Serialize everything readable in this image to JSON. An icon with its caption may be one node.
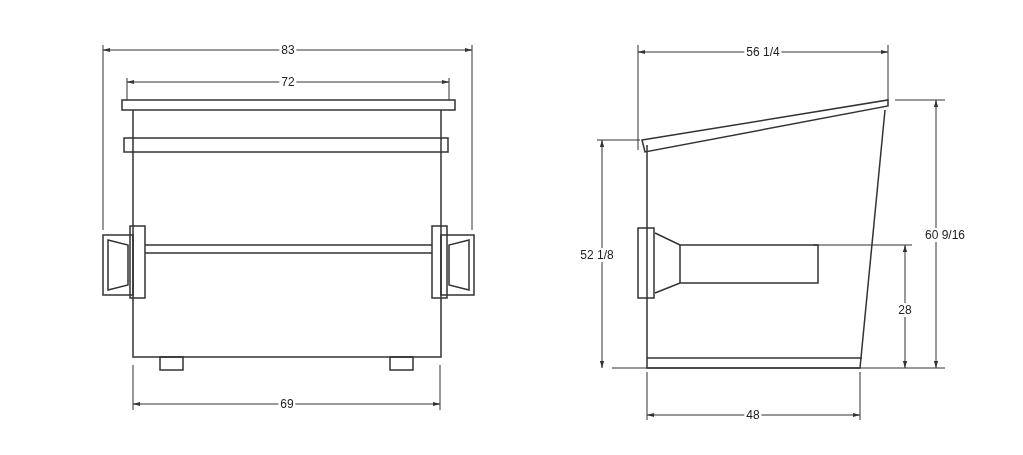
{
  "diagram": {
    "labels": [
      "83",
      "72",
      "56 1/4",
      "52 1/8",
      "60 9/16",
      "28",
      "69",
      "48"
    ]
  }
}
